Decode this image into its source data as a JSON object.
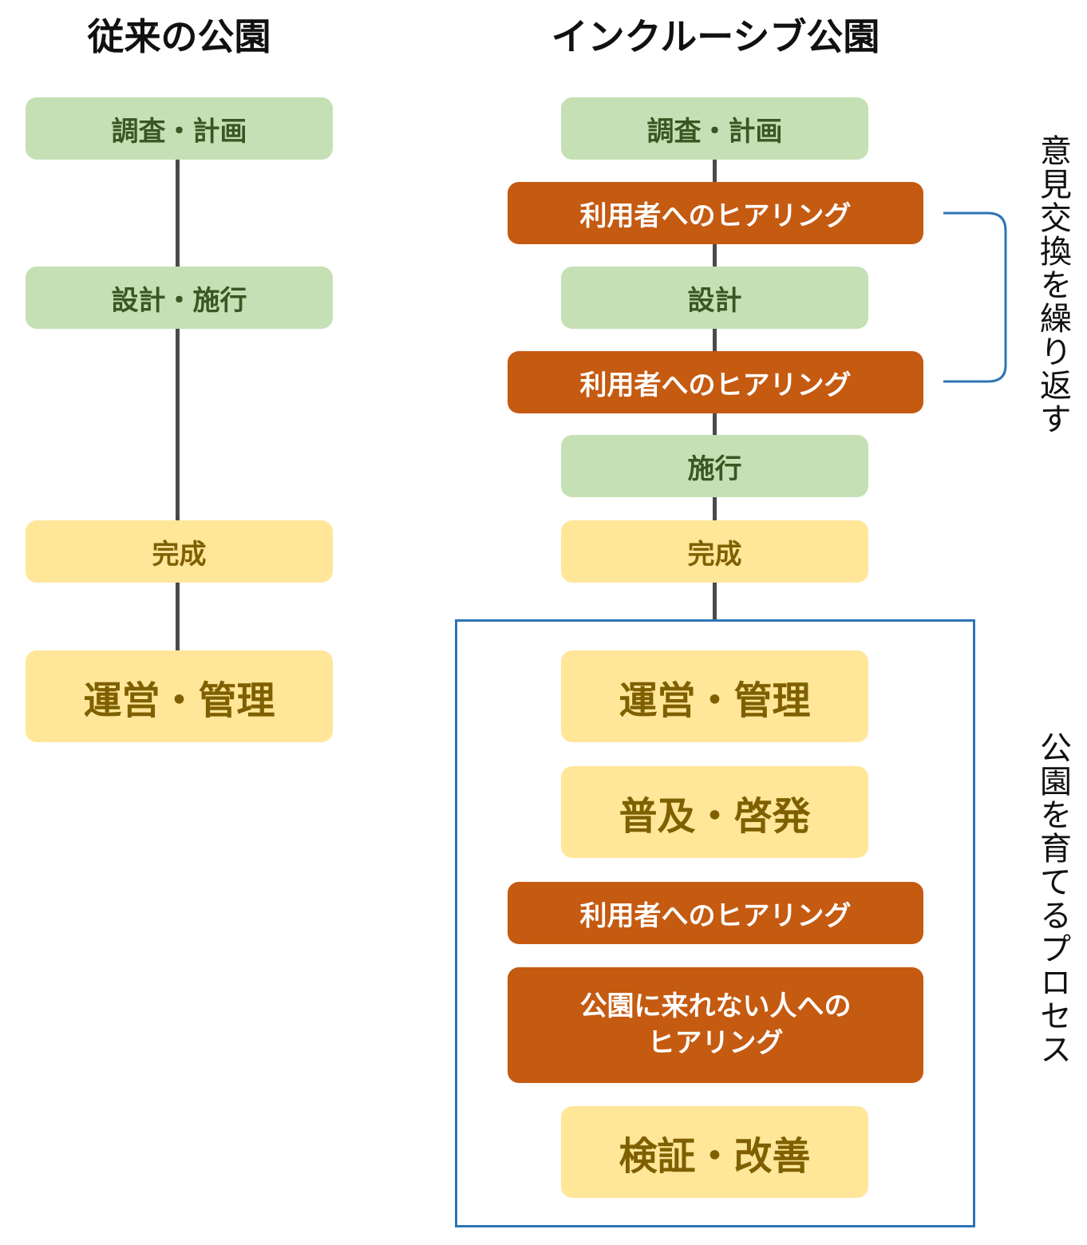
{
  "titles": {
    "left": "従来の公園",
    "right": "インクルーシブ公園"
  },
  "left_column": {
    "survey": "調査・計画",
    "design_build": "設計・施行",
    "complete": "完成",
    "operate": "運営・管理"
  },
  "right_column": {
    "survey": "調査・計画",
    "hearing_1": "利用者へのヒアリング",
    "design": "設計",
    "hearing_2": "利用者へのヒアリング",
    "build": "施行",
    "complete": "完成",
    "operate": "運営・管理",
    "promote": "普及・啓発",
    "hearing_3": "利用者へのヒアリング",
    "hearing_absent_line1": "公園に来れない人への",
    "hearing_absent_line2": "ヒアリング",
    "verify": "検証・改善"
  },
  "annotations": {
    "repeat": "意見交換を繰り返す",
    "grow": "公園を育てるプロセス"
  },
  "colors": {
    "green_fill": "#c5e0b4",
    "green_text": "#385723",
    "yellow_fill": "#ffe699",
    "yellow_text": "#7f6000",
    "orange_fill": "#c55a11",
    "frame_blue": "#2e75b6",
    "connector": "#4a4a4a"
  }
}
